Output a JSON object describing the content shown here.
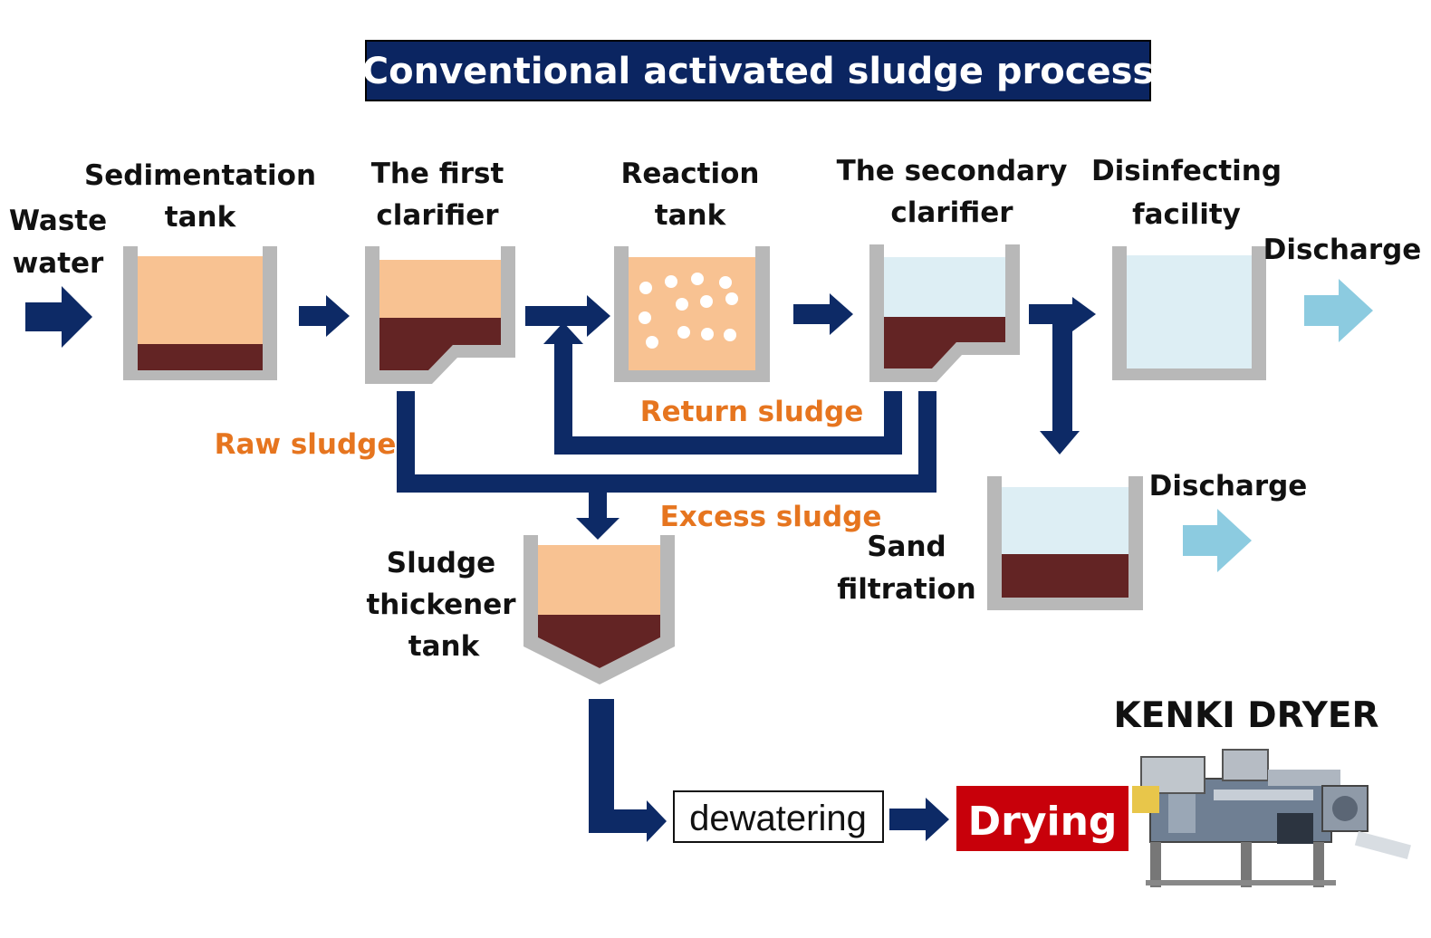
{
  "title": "Conventional activated sludge process",
  "labels": {
    "waste_water": [
      "Waste",
      "water"
    ],
    "sedimentation_tank": [
      "Sedimentation",
      "tank"
    ],
    "first_clarifier": [
      "The first",
      "clarifier"
    ],
    "reaction_tank": [
      "Reaction",
      "tank"
    ],
    "secondary_clarifier": [
      "The secondary",
      "clarifier"
    ],
    "disinfecting_facility": [
      "Disinfecting",
      "facility"
    ],
    "discharge_top": "Discharge",
    "discharge_mid": "Discharge",
    "return_sludge": "Return sludge",
    "raw_sludge": "Raw sludge",
    "excess_sludge": "Excess sludge",
    "sludge_thickener": [
      "Sludge",
      "thickener",
      "tank"
    ],
    "sand_filtration": [
      "Sand",
      "filtration"
    ],
    "kenki_dryer": "KENKI DRYER",
    "dewatering": "dewatering",
    "drying": "Drying"
  },
  "colors": {
    "navy": "#0d2a66",
    "title_bg": "#0b2561",
    "tank_wall": "#b8b8b8",
    "liquid_tan": "#f8c292",
    "sludge_brown": "#632424",
    "clear_water": "#ddeef4",
    "discharge_arrow": "#8ccbe0",
    "orange_label": "#e6751f",
    "drying_red": "#c8000a"
  },
  "icons": {
    "dryer_machine": "dryer-machine-illustration"
  }
}
